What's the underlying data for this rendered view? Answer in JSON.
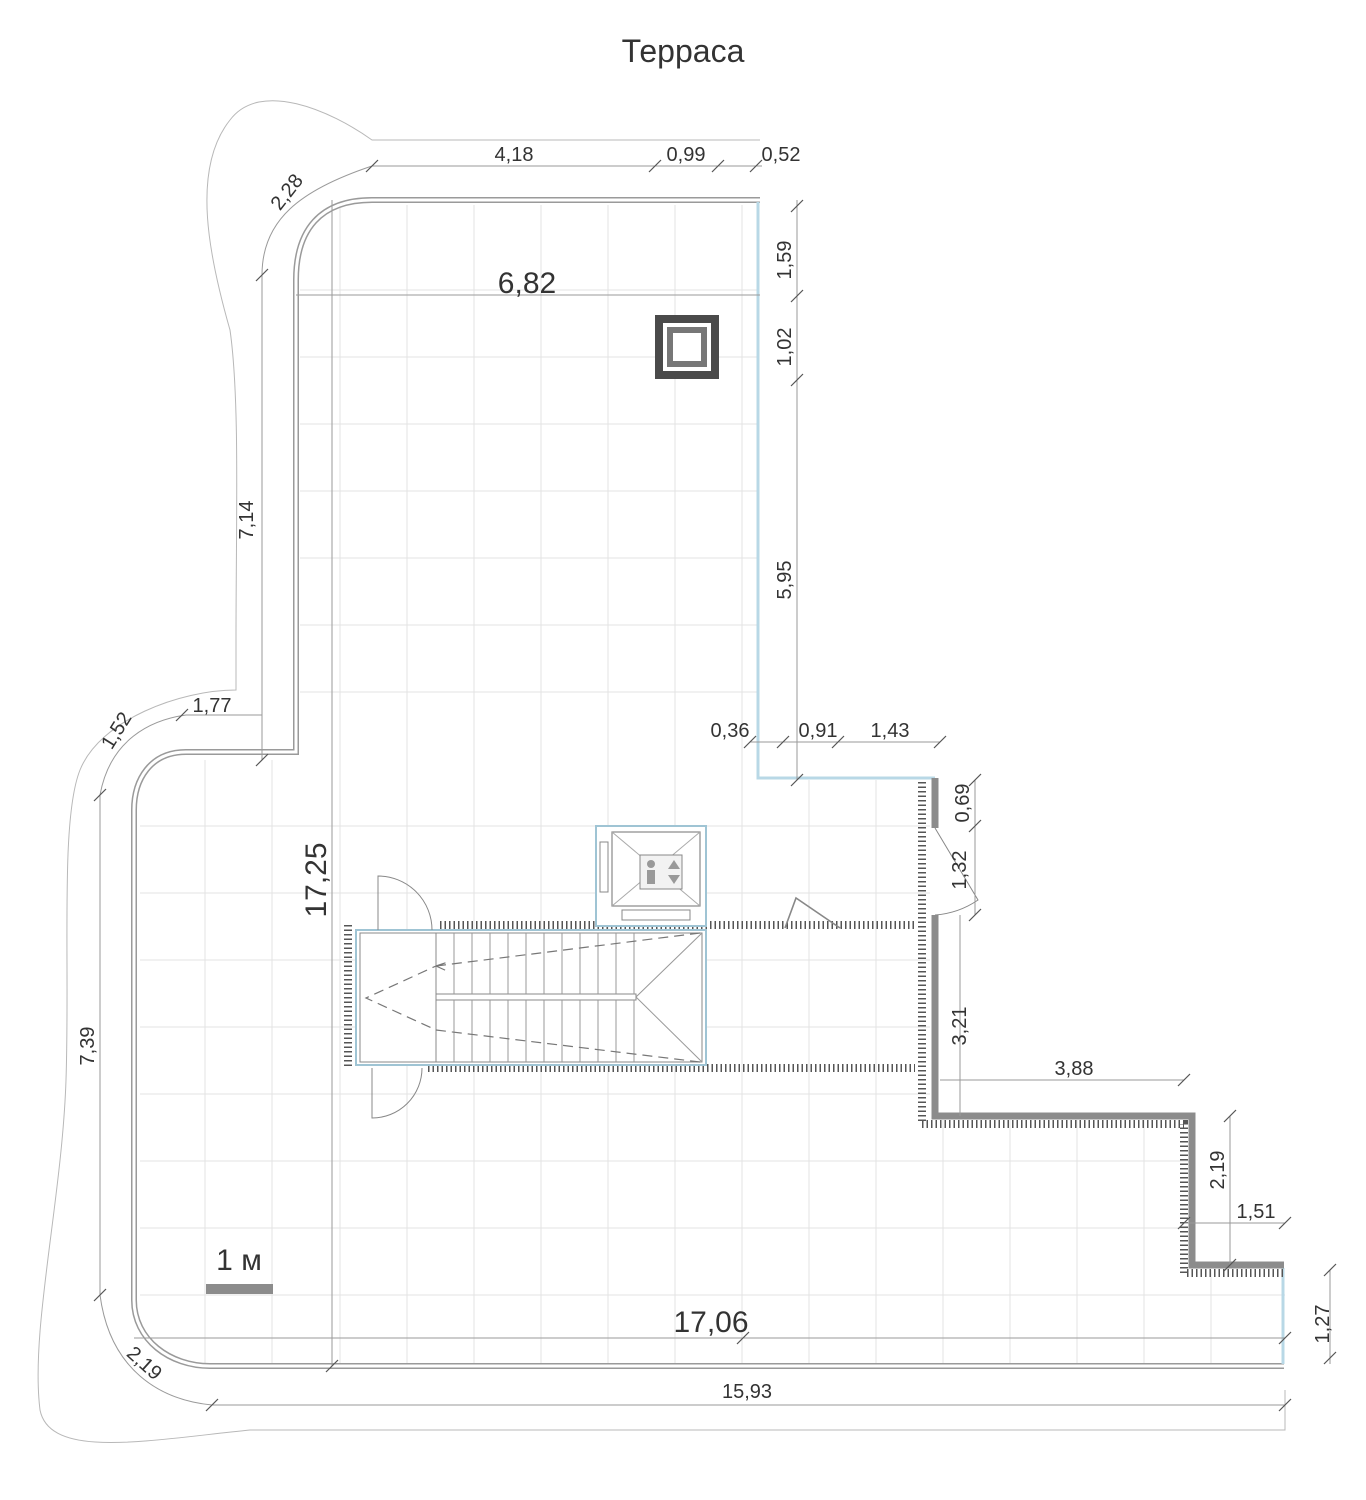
{
  "title": "Терраса",
  "scale_label": "1 м",
  "dimensions": {
    "top_a": "4,18",
    "top_b": "0,99",
    "top_c": "0,52",
    "corner_top": "2,28",
    "inner_width": "6,82",
    "right_1": "1,59",
    "right_2": "1,02",
    "right_3": "5,95",
    "left_upper": "7,14",
    "ledge": "1,77",
    "corner_mid": "1,52",
    "mid_a": "0,36",
    "mid_b": "0,91",
    "mid_c": "1,43",
    "door_a": "0,69",
    "door_b": "1,32",
    "overall_height": "17,25",
    "wall_3_21": "3,21",
    "step_3_88": "3,88",
    "step_2_19": "2,19",
    "step_1_51": "1,51",
    "right_end": "1,27",
    "left_lower": "7,39",
    "overall_width": "17,06",
    "corner_bottom": "2,19",
    "bottom_total": "15,93"
  },
  "colors": {
    "wall": "#9a9a9a",
    "glass": "#b8d8e6",
    "scale_bar": "#8c8c8c"
  },
  "icons": [
    "elevator-icon",
    "chimney-icon",
    "stairs-icon"
  ]
}
